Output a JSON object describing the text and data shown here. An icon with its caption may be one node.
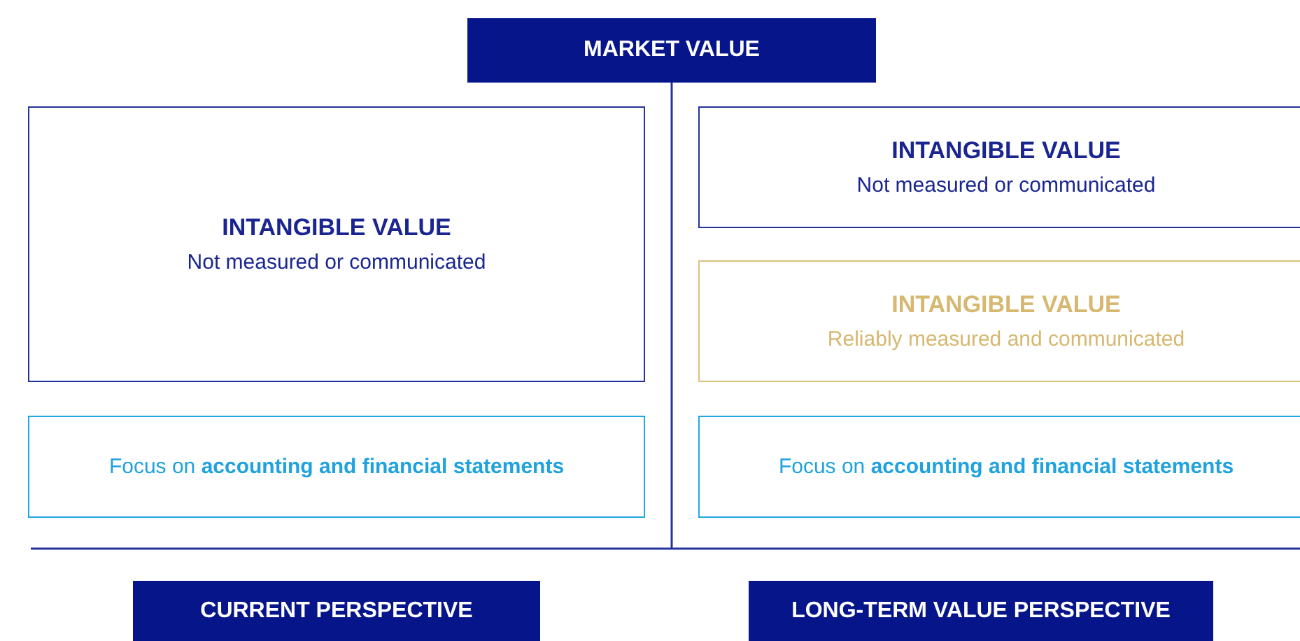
{
  "diagram": {
    "nodes": [
      {
        "text": [
          "MARKET VALUE"
        ]
      },
      {
        "text": [
          "INTANGIBLE VALUE",
          "Not measured or communicated"
        ]
      },
      {
        "text": [
          "Focus on **accounting and financial statements**"
        ]
      },
      {
        "text": [
          "INTANGIBLE VALUE",
          "Not measured or communicated"
        ]
      },
      {
        "text": [
          "INTANGIBLE VALUE",
          "Reliably measured and communicated"
        ]
      },
      {
        "text": [
          "Focus on **accounting and financial statements**"
        ]
      },
      {
        "text": [
          "CURRENT PERSPECTIVE"
        ]
      },
      {
        "text": [
          "LONG-TERM VALUE PERSPECTIVE"
        ]
      }
    ],
    "edges": []
  }
}
